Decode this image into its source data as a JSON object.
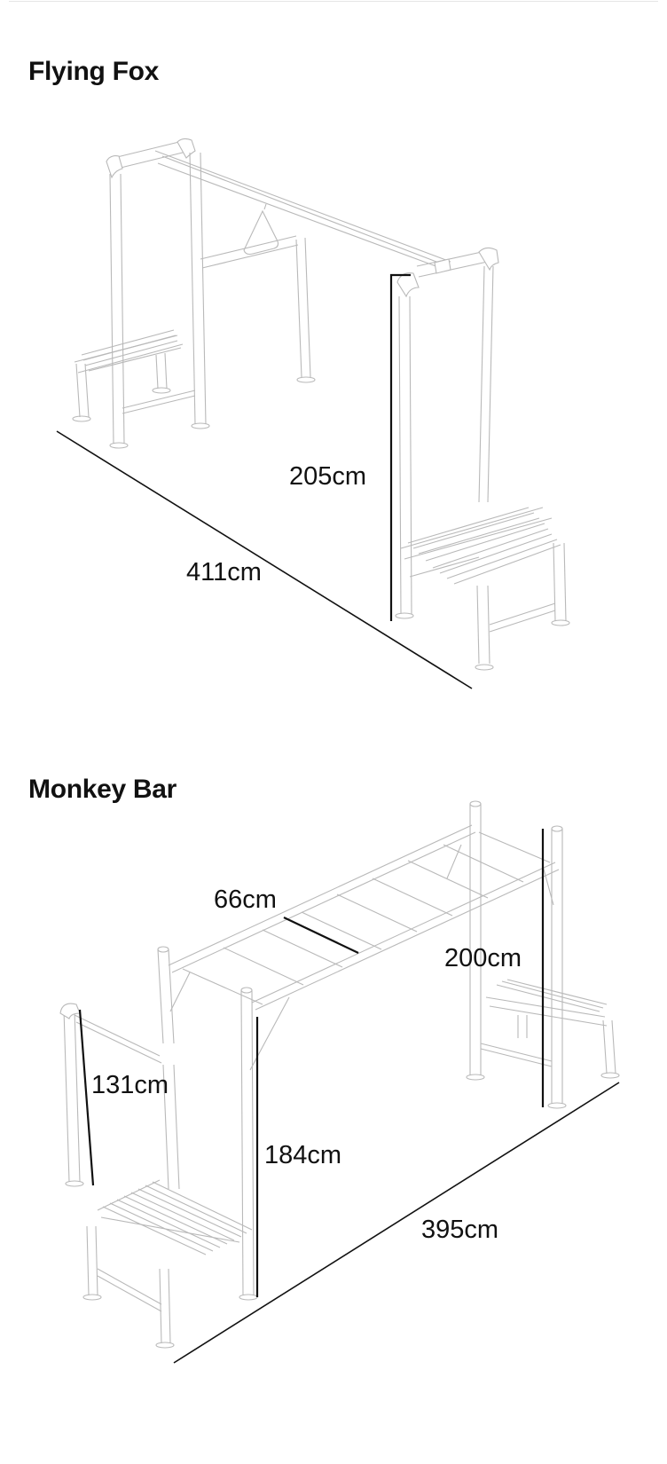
{
  "sections": [
    {
      "title": "Flying Fox",
      "dimensions": {
        "height": "205cm",
        "length": "411cm"
      }
    },
    {
      "title": "Monkey Bar",
      "dimensions": {
        "rung_spacing": "66cm",
        "height_right": "200cm",
        "side_bar_height": "131cm",
        "height_front": "184cm",
        "length": "395cm"
      }
    }
  ],
  "colors": {
    "line_art": "#b9b9b9",
    "dimension_lines": "#111111",
    "background": "#ffffff"
  }
}
